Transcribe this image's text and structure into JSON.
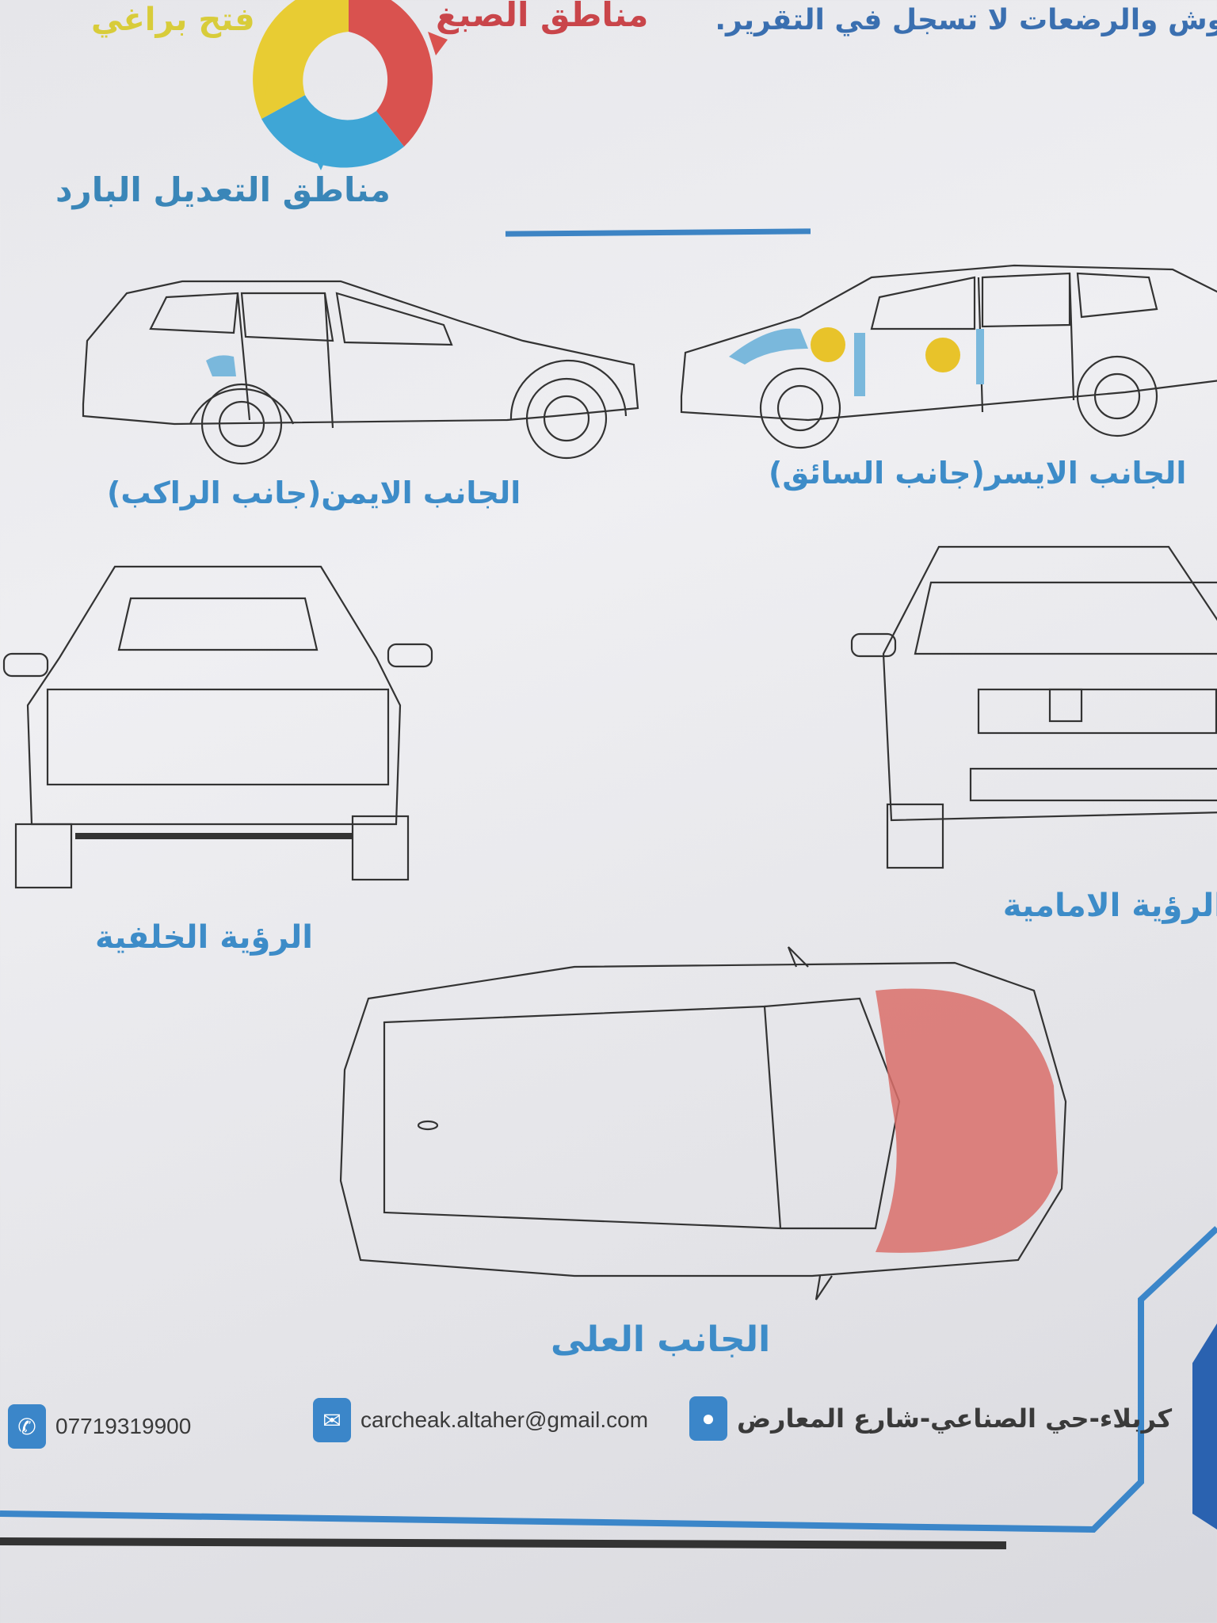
{
  "legend": {
    "bolts_opened": "فتح براغي",
    "paint_areas": "مناطق الصبغ",
    "cold_repair_areas": "مناطق التعديل البارد",
    "colors": {
      "bolts": "#e8cc33",
      "paint": "#d9524f",
      "cold_repair": "#3fa6d6"
    }
  },
  "note": "وش والرضعات لا تسجل في التقرير.",
  "views": {
    "right_side": "الجانب الايمن(جانب الراكب)",
    "left_side": "الجانب الايسر(جانب السائق)",
    "rear": "الرؤية الخلفية",
    "front": "الرؤية الامامية",
    "top": "الجانب العلى"
  },
  "footer": {
    "phone": "07719319900",
    "email": "carcheak.altaher@gmail.com",
    "address": "كربلاء-حي الصناعي-شارع المعارض",
    "icons": [
      "phone-icon",
      "envelope-icon",
      "location-pin-icon"
    ]
  }
}
